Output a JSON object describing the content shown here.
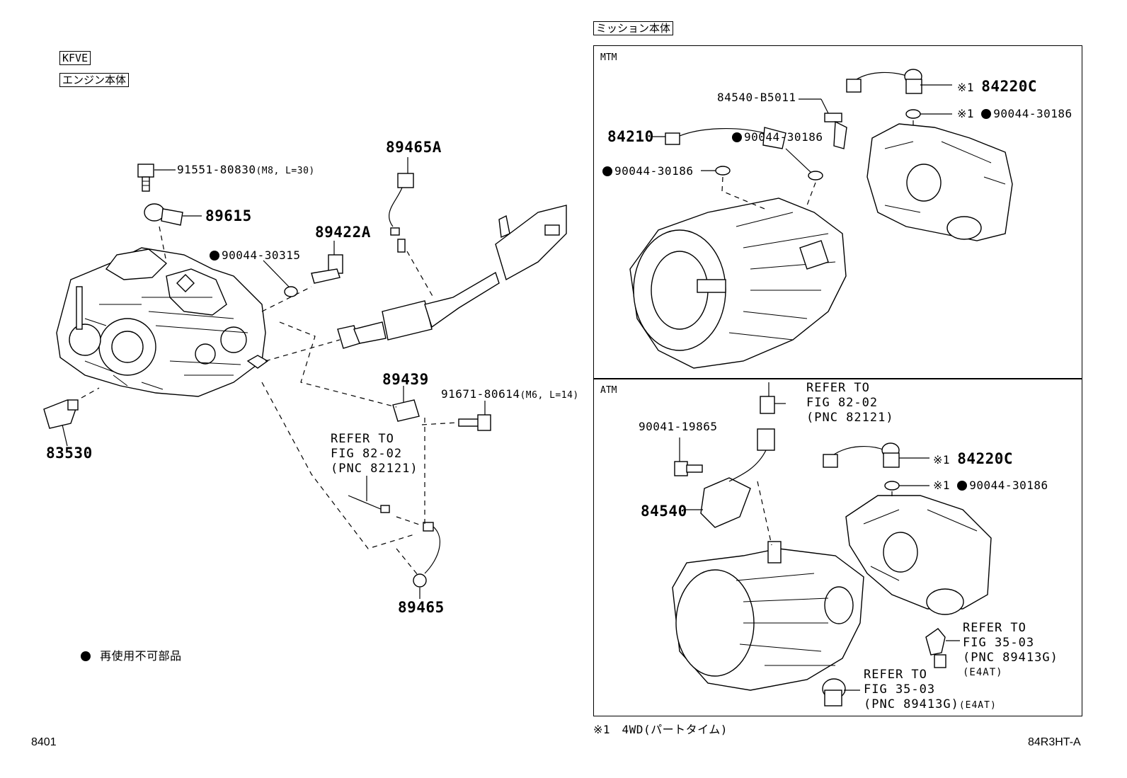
{
  "header_left": {
    "engine_code": "KFVE",
    "engine_body": "エンジン本体"
  },
  "header_right": {
    "transmission_body": "ミッション本体"
  },
  "panels": {
    "mtm": "MTM",
    "atm": "ATM"
  },
  "left_parts": {
    "p91551": "91551-80830",
    "p91551_spec": "(M8, L=30)",
    "p89615": "89615",
    "p89465A": "89465A",
    "p89422A": "89422A",
    "p90044_30315": "90044-30315",
    "p83530": "83530",
    "p89439": "89439",
    "p91671": "91671-80614",
    "p91671_spec": "(M6, L=14)",
    "p89465": "89465",
    "ref_line1": "REFER TO",
    "ref_line2": "FIG 82-02",
    "ref_line3": "(PNC 82121)"
  },
  "mtm_parts": {
    "p84540_B5011": "84540-B5011",
    "p84210": "84210",
    "p90044_a": "90044-30186",
    "p90044_b": "90044-30186",
    "p90044_c": "90044-30186",
    "p84220C": "84220C",
    "mark": "※1"
  },
  "atm_parts": {
    "ref1_line1": "REFER TO",
    "ref1_line2": "FIG 82-02",
    "ref1_line3": "(PNC 82121)",
    "p90041": "90041-19865",
    "p84540": "84540",
    "p84220C": "84220C",
    "p90044": "90044-30186",
    "mark": "※1",
    "ref2_line1": "REFER TO",
    "ref2_line2": "FIG 35-03",
    "ref2_line3": "(PNC 89413G)",
    "ref2_note": "(E4AT)",
    "ref3_line1": "REFER TO",
    "ref3_line2": "FIG 35-03",
    "ref3_line3": "(PNC 89413G)",
    "ref3_note": "(E4AT)"
  },
  "legend": {
    "non_reusable": "再使用不可部品"
  },
  "footnote": "※1　4WD(パートタイム)",
  "footer": {
    "page_code": "8401",
    "figure_code": "84R3HT-A"
  }
}
